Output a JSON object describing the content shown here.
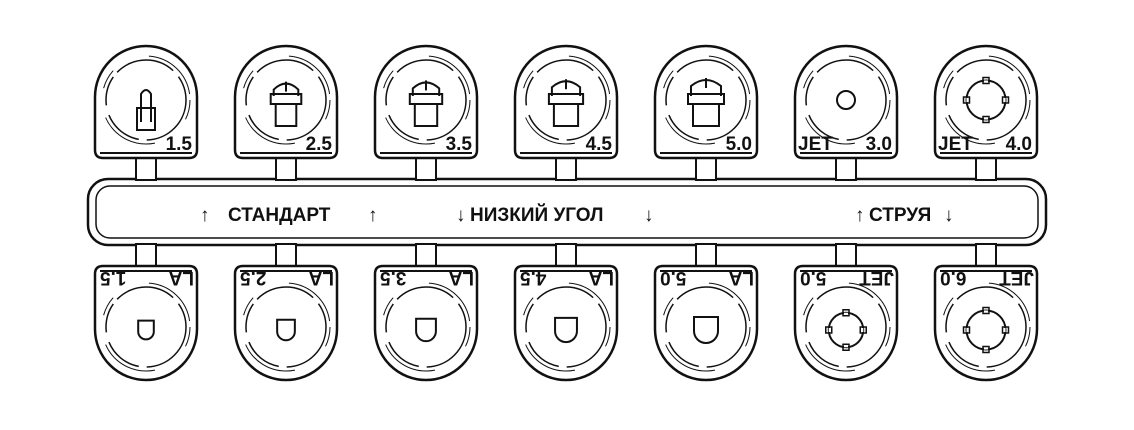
{
  "colors": {
    "stroke": "#111111",
    "background": "#ffffff"
  },
  "top_tips": [
    {
      "label": "1.5",
      "slot": "small"
    },
    {
      "label": "2.5",
      "slot": "cross"
    },
    {
      "label": "3.5",
      "slot": "cross"
    },
    {
      "label": "4.5",
      "slot": "cross"
    },
    {
      "label": "5.0",
      "slot": "cross"
    },
    {
      "label": "3.0",
      "prefix": "JET",
      "slot": "circle"
    },
    {
      "label": "4.0",
      "prefix": "JET",
      "slot": "cross-circle"
    }
  ],
  "bottom_tips": [
    {
      "label": "1.5",
      "prefix": "LA",
      "slot": "d-shape"
    },
    {
      "label": "2.5",
      "prefix": "LA",
      "slot": "d-shape"
    },
    {
      "label": "3.5",
      "prefix": "LA",
      "slot": "d-shape"
    },
    {
      "label": "4.5",
      "prefix": "LA",
      "slot": "d-shape"
    },
    {
      "label": "5.0",
      "prefix": "LA",
      "slot": "d-shape"
    },
    {
      "label": "5.0",
      "prefix": "JET",
      "slot": "cross-circle"
    },
    {
      "label": "6.0",
      "prefix": "JET",
      "slot": "cross-circle"
    }
  ],
  "bar_labels": {
    "standard": "СТАНДАРТ",
    "low_angle": "НИЗКИЙ УГОЛ",
    "jet": "СТРУЯ"
  },
  "arrow_glyphs": {
    "up": "↑",
    "down": "↓"
  }
}
